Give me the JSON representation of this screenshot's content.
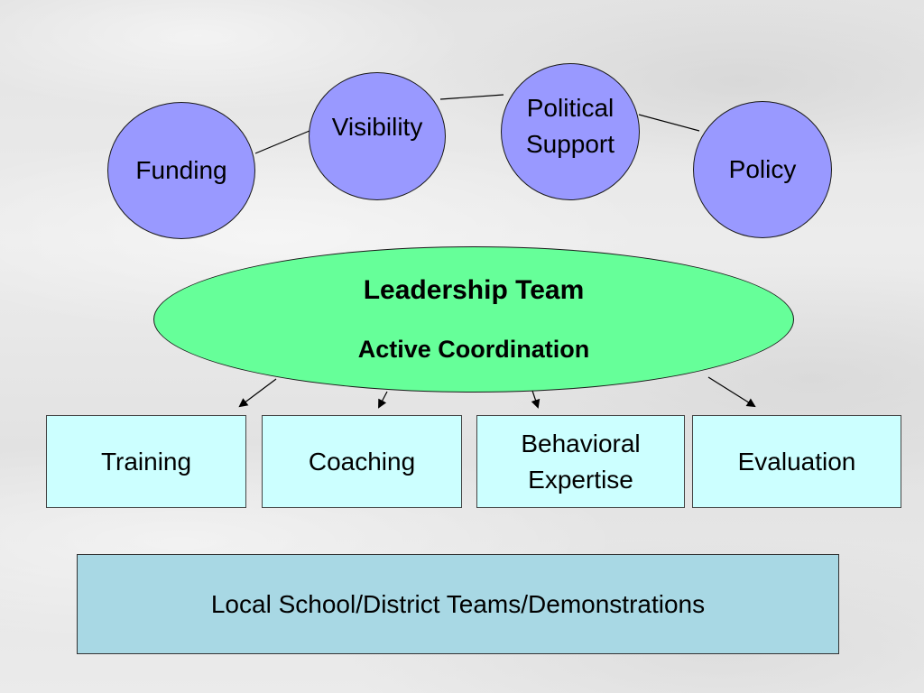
{
  "top_nodes": {
    "funding": "Funding",
    "visibility": "Visibility",
    "political_support": "Political\nSupport",
    "policy": "Policy"
  },
  "center": {
    "title": "Leadership Team",
    "subtitle": "Active Coordination"
  },
  "function_boxes": {
    "training": "Training",
    "coaching": "Coaching",
    "behavioral_expertise": "Behavioral\nExpertise",
    "evaluation": "Evaluation"
  },
  "base": {
    "label": "Local School/District Teams/Demonstrations"
  },
  "colors": {
    "circle_fill": "#9999ff",
    "ellipse_fill": "#66ff99",
    "box_fill": "#ccffff",
    "base_fill": "#a8d8e4"
  }
}
